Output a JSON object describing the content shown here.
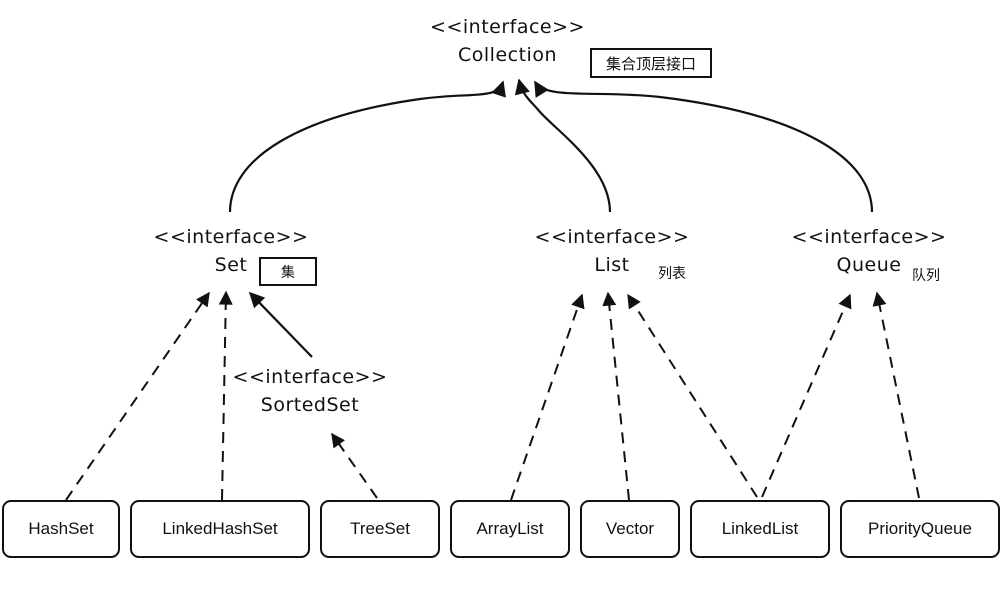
{
  "diagram": {
    "colors": {
      "ink": "#111111",
      "background": "#ffffff"
    },
    "collection": {
      "stereotype": "<<interface>>",
      "name": "Collection",
      "note": "集合顶层接口"
    },
    "set": {
      "stereotype": "<<interface>>",
      "name": "Set",
      "note": "集"
    },
    "list": {
      "stereotype": "<<interface>>",
      "name": "List",
      "note": "列表"
    },
    "queue": {
      "stereotype": "<<interface>>",
      "name": "Queue",
      "note": "队列"
    },
    "sortedset": {
      "stereotype": "<<interface>>",
      "name": "SortedSet"
    },
    "classes": [
      {
        "label": "HashSet"
      },
      {
        "label": "LinkedHashSet"
      },
      {
        "label": "TreeSet"
      },
      {
        "label": "ArrayList"
      },
      {
        "label": "Vector"
      },
      {
        "label": "LinkedList"
      },
      {
        "label": "PriorityQueue"
      }
    ],
    "relationships": [
      {
        "from": "Set",
        "to": "Collection",
        "style": "solid"
      },
      {
        "from": "List",
        "to": "Collection",
        "style": "solid"
      },
      {
        "from": "Queue",
        "to": "Collection",
        "style": "solid"
      },
      {
        "from": "SortedSet",
        "to": "Set",
        "style": "solid"
      },
      {
        "from": "HashSet",
        "to": "Set",
        "style": "dashed"
      },
      {
        "from": "LinkedHashSet",
        "to": "Set",
        "style": "dashed"
      },
      {
        "from": "TreeSet",
        "to": "SortedSet",
        "style": "dashed"
      },
      {
        "from": "ArrayList",
        "to": "List",
        "style": "dashed"
      },
      {
        "from": "Vector",
        "to": "List",
        "style": "dashed"
      },
      {
        "from": "LinkedList",
        "to": "List",
        "style": "dashed"
      },
      {
        "from": "LinkedList",
        "to": "Queue",
        "style": "dashed"
      },
      {
        "from": "PriorityQueue",
        "to": "Queue",
        "style": "dashed"
      }
    ]
  }
}
